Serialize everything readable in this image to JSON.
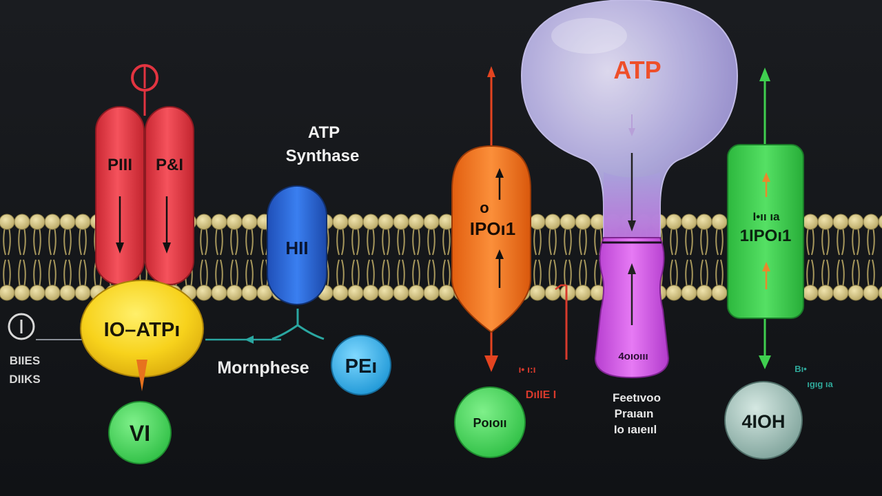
{
  "labels": {
    "title_line1": "ATP",
    "title_line2": "Synthase",
    "red_left": "PIII",
    "red_right": "P&I",
    "yellow": "IO–ATPı",
    "green_small": "VI",
    "left_note_line1": "BIIES",
    "left_note_line2": "DIIKS",
    "blue": "HII",
    "mornphese": "Mornphese",
    "pe_circle": "PEı",
    "orange_line1": "o",
    "orange_line2": "IPOı1",
    "orange_circle": "Poıoıı",
    "red_note_line1": "ı• ı:ı",
    "red_note_line2": "DıIIE I",
    "balloon": "ATP",
    "magenta": "4oıoııı",
    "bottom_note_line1": "Feetıvoo",
    "bottom_note_line2": "Praıaın",
    "bottom_note_line3": "Io ıaıeııl",
    "green_tall_line1": "I•ıı ıa",
    "green_tall_line2": "1IPOı1",
    "right_note_line1": "Bı•",
    "right_note_line2": "ıgıg ıa",
    "teal_circle": "4IOH"
  },
  "colors": {
    "background": "#141619",
    "membrane_head": "#d6c88a",
    "membrane_tail": "#a8985c",
    "red": "#f2434f",
    "yellow": "#f7d21c",
    "blue": "#2f6fe0",
    "cyan": "#3fb6ee",
    "orange": "#f47a24",
    "green": "#3fcf4f",
    "magenta": "#d85ae8",
    "balloon": "#b9b4e6",
    "teal_gray": "#9ab4ae",
    "atp_text": "#ee4f2a"
  },
  "icons": [
    "inhibitor-ring-icon",
    "arrow-down-icon",
    "arrow-up-icon",
    "arrow-left-icon",
    "membrane-bilayer-icon"
  ]
}
